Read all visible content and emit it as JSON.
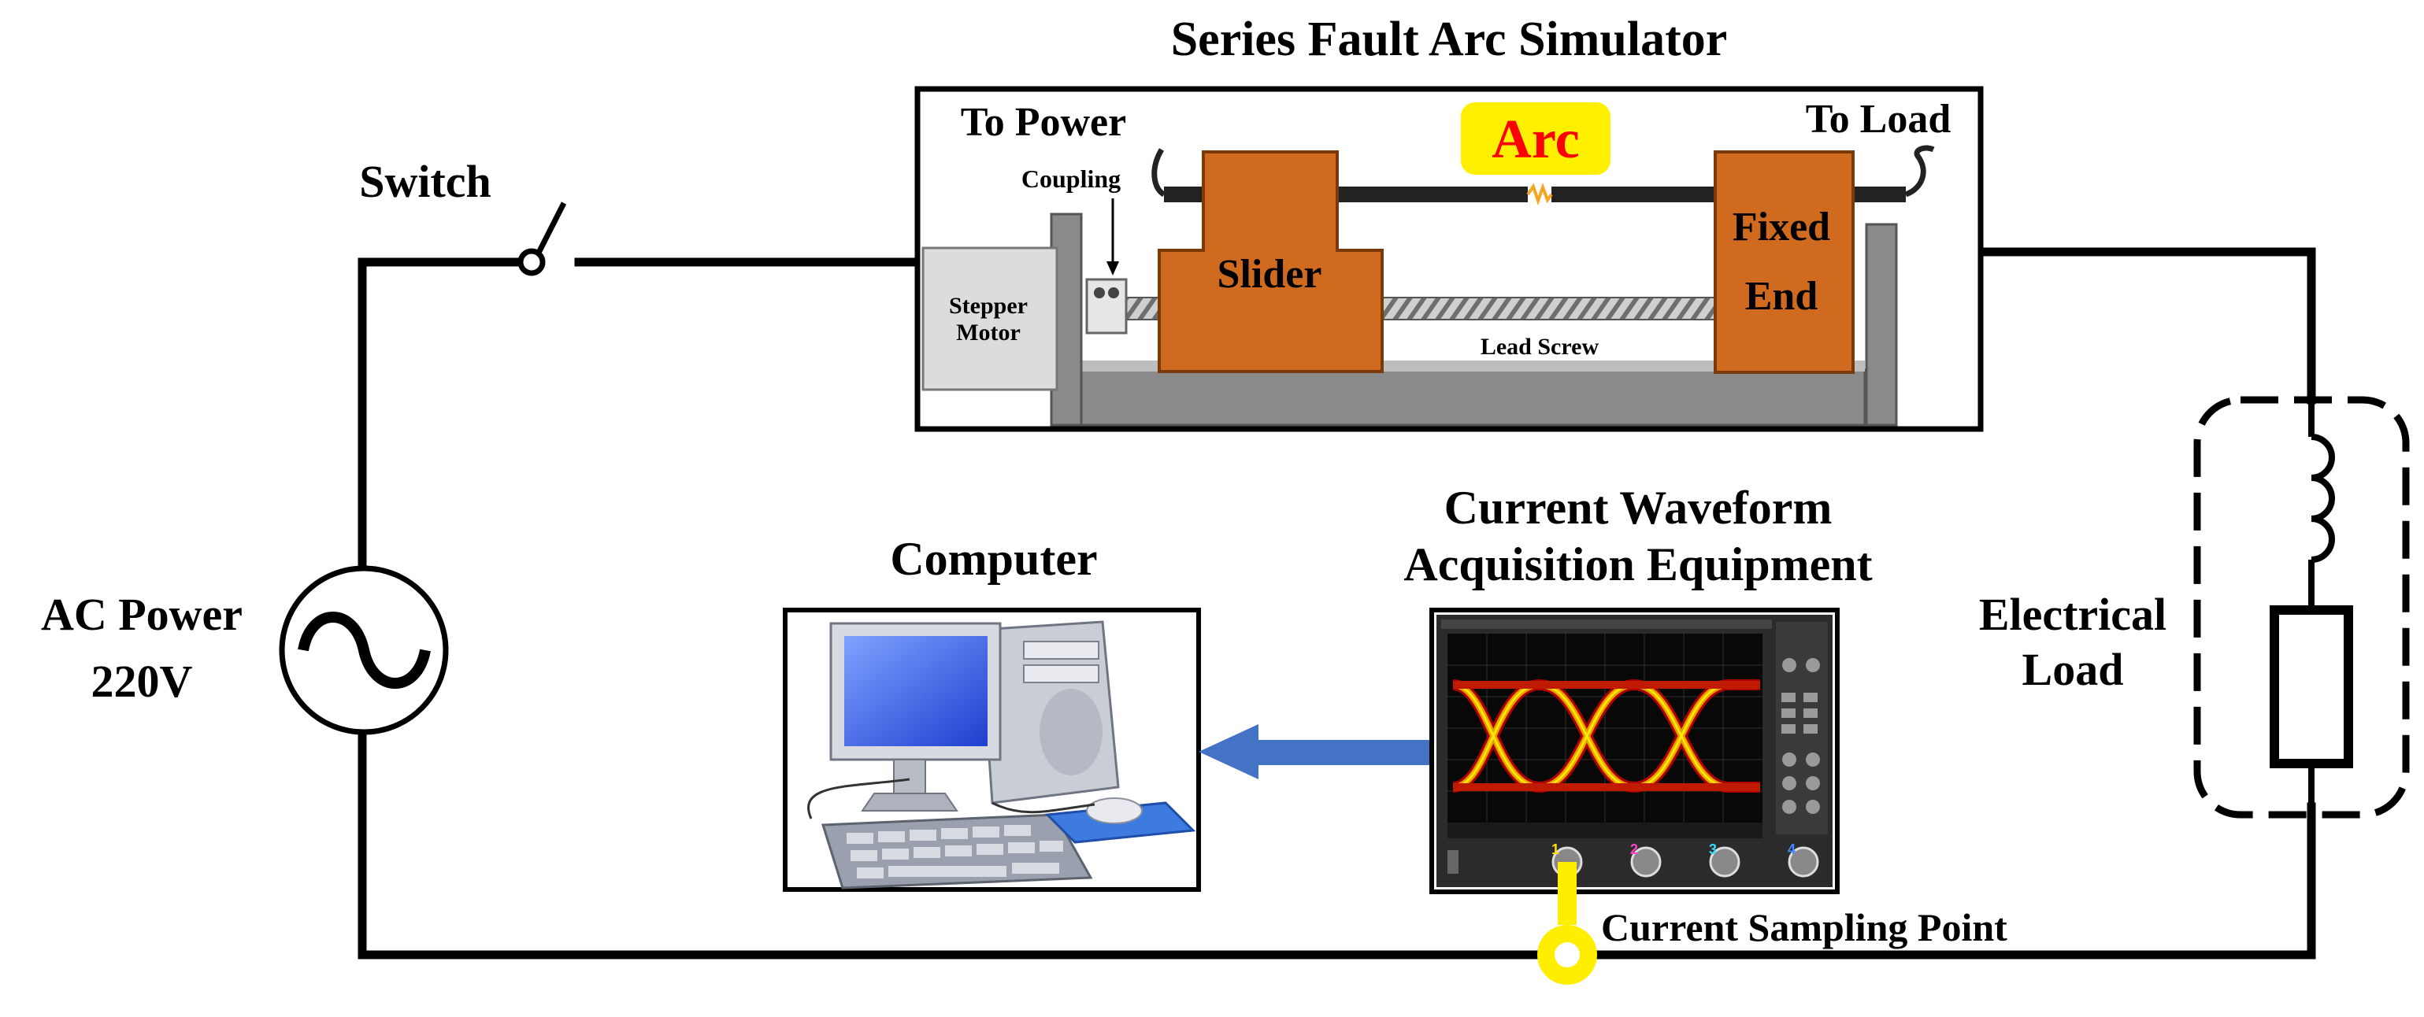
{
  "title": "Series Fault Arc Simulator",
  "simulator": {
    "to_power": "To Power",
    "to_load": "To Load",
    "arc": "Arc",
    "coupling": "Coupling",
    "slider": "Slider",
    "fixed_end_line1": "Fixed",
    "fixed_end_line2": "End",
    "stepper_line1": "Stepper",
    "stepper_line2": "Motor",
    "lead_screw": "Lead Screw"
  },
  "switch_label": "Switch",
  "ac_power": {
    "line1": "AC Power",
    "line2": "220V"
  },
  "computer_label": "Computer",
  "acquisition": {
    "line1": "Current Waveform",
    "line2": "Acquisition Equipment"
  },
  "load": {
    "line1": "Electrical",
    "line2": "Load"
  },
  "sampling_point": "Current Sampling Point",
  "scope_channels": [
    "1",
    "2",
    "3",
    "4"
  ],
  "colors": {
    "slider": "#D06A1E",
    "arc_badge": "#FFF000",
    "arc_text": "#FF0000",
    "arrow": "#4472C4",
    "probe": "#FFEE00",
    "monitor": "#3A5FE0"
  }
}
